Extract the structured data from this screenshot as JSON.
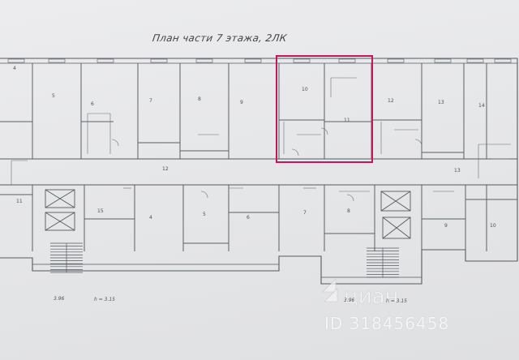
{
  "plan": {
    "title": "План части 7 этажа, 2ЛК",
    "highlight_color": "#c2185b",
    "line_color": "#555a60",
    "room_label_marks": [
      "4",
      "5",
      "6",
      "7",
      "8",
      "9",
      "10",
      "11",
      "12",
      "13",
      "14",
      "15"
    ],
    "bottom_notes": [
      "3.96",
      "h = 3.15",
      "3.96",
      "h = 3.15"
    ]
  },
  "watermark": {
    "logo": "циан",
    "id_text": "ID 318456458"
  }
}
